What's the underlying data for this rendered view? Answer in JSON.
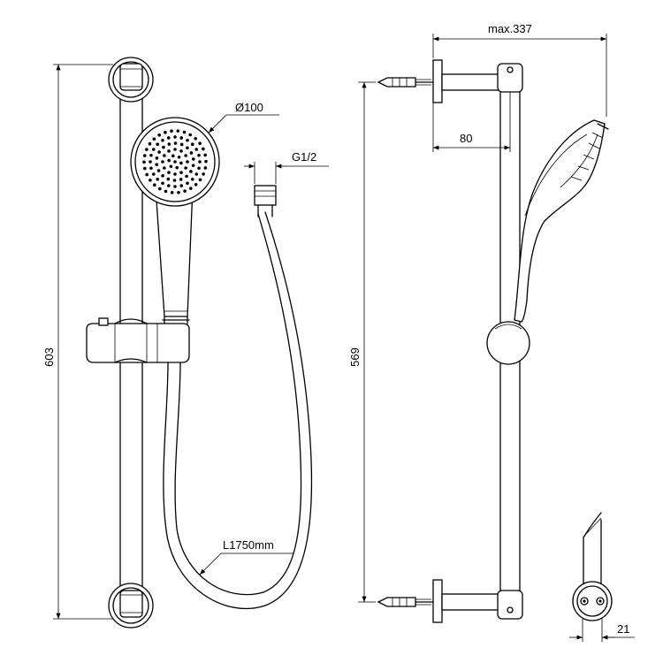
{
  "dimensions": {
    "overall_height": "603",
    "mount_height": "569",
    "max_depth": "max.337",
    "wall_offset": "80",
    "head_diameter": "Ø100",
    "thread": "G1/2",
    "hose_length": "L1750mm",
    "rail_diameter": "21"
  }
}
